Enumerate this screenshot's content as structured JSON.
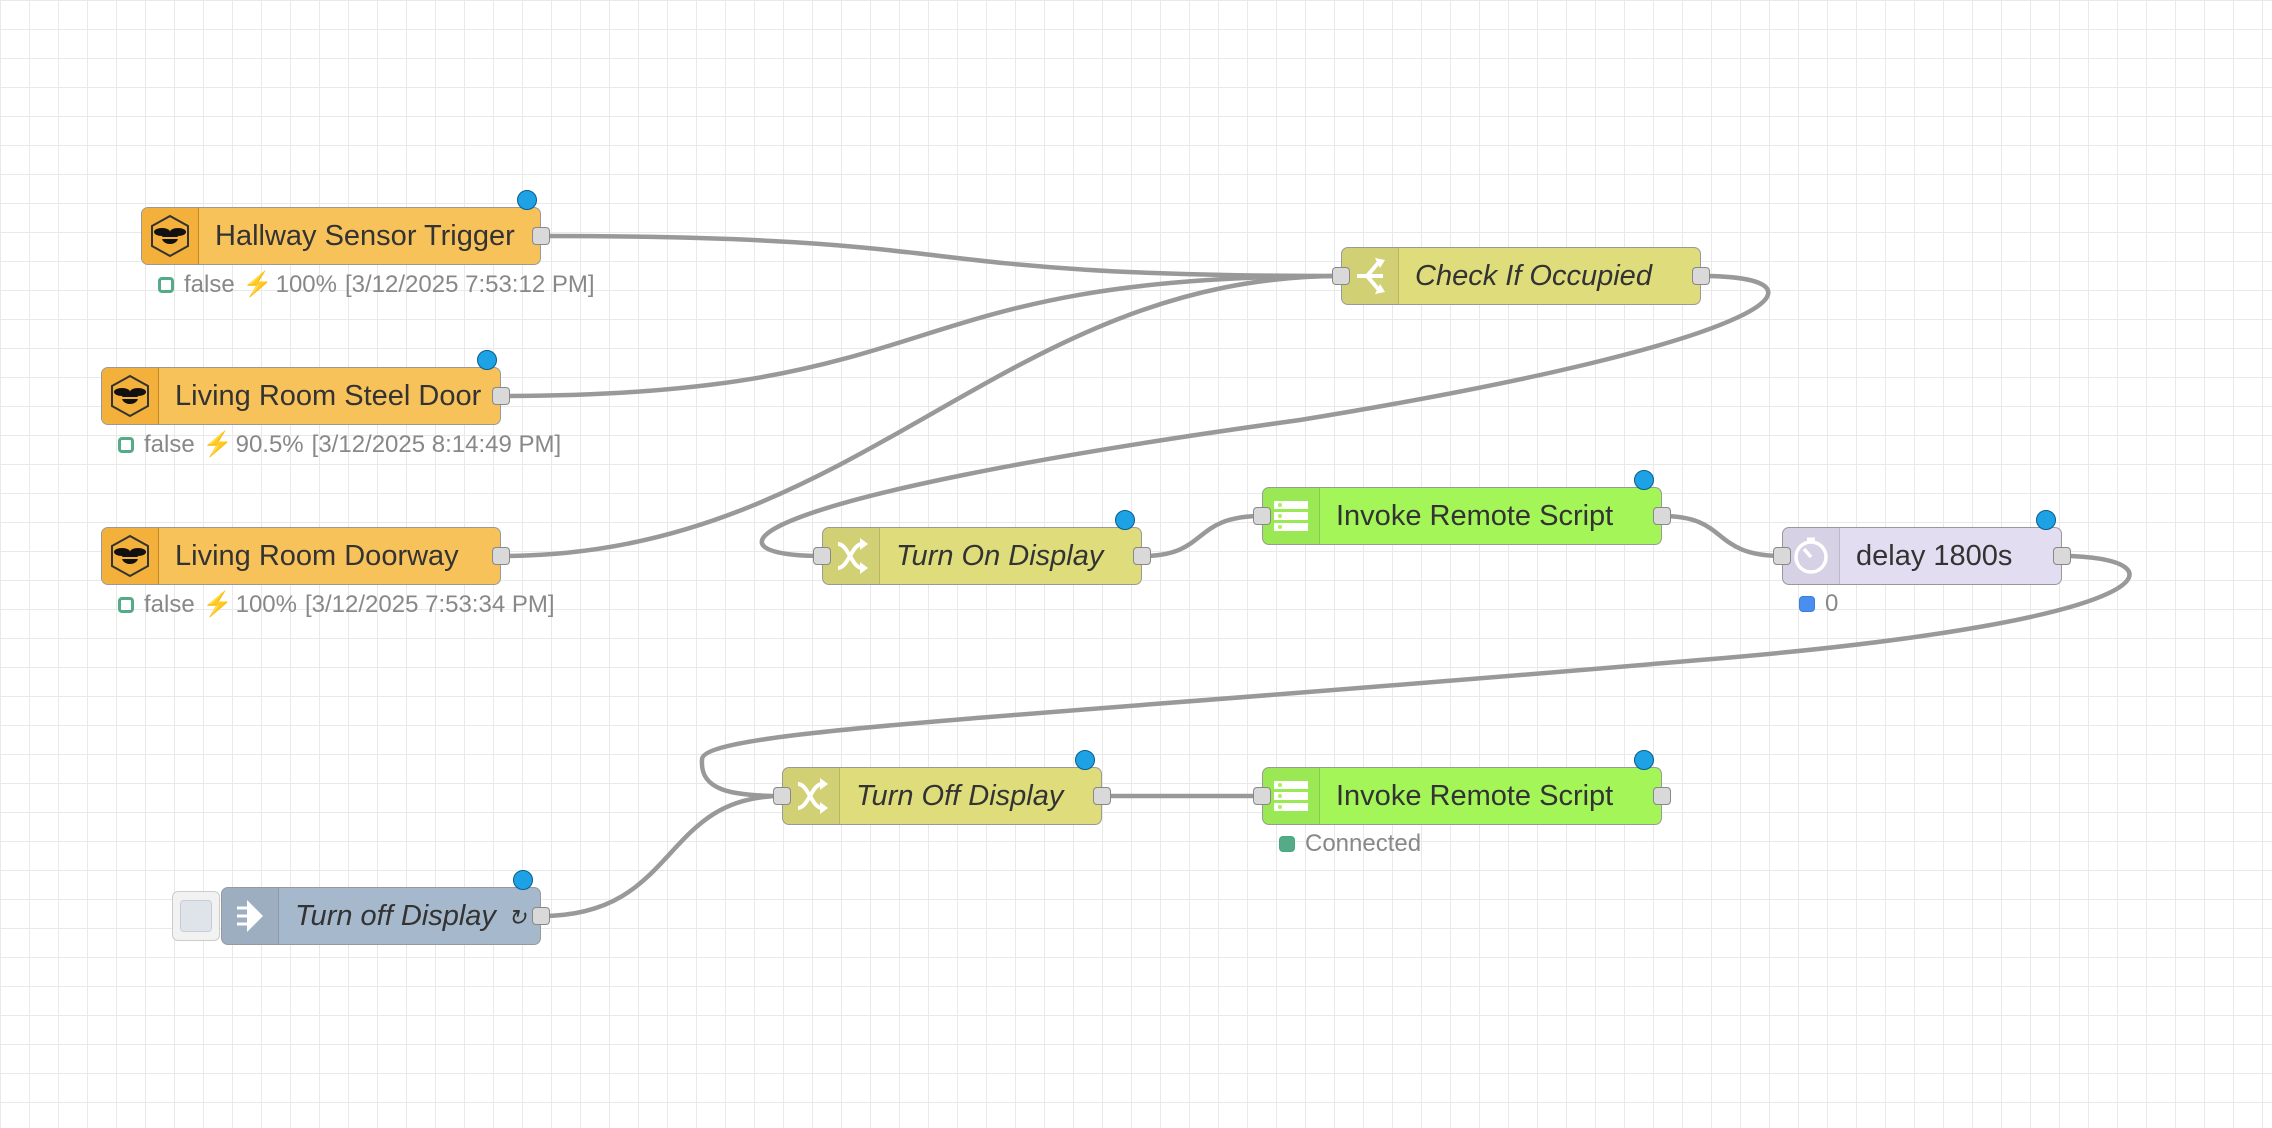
{
  "colors": {
    "bee_node": "#f7c25a",
    "function_node": "#dedc7b",
    "remote_script_node": "#a3f558",
    "delay_node": "#e3ddf2",
    "inject_node": "#a6b8cc",
    "wire": "#999999",
    "changed_dot": "#1ea2e6"
  },
  "nodes": {
    "hallway": {
      "label": "Hallway Sensor Trigger",
      "icon": "bee-icon",
      "status": {
        "state": "false",
        "battery": "100%",
        "time": "[3/12/2025 7:53:12 PM]"
      }
    },
    "steel_door": {
      "label": "Living Room Steel Door",
      "icon": "bee-icon",
      "status": {
        "state": "false",
        "battery": "90.5%",
        "time": "[3/12/2025 8:14:49 PM]"
      }
    },
    "doorway": {
      "label": "Living Room Doorway",
      "icon": "bee-icon",
      "status": {
        "state": "false",
        "battery": "100%",
        "time": "[3/12/2025 7:53:34 PM]"
      }
    },
    "check": {
      "label": "Check If Occupied",
      "icon": "switch-icon"
    },
    "turn_on": {
      "label": "Turn On Display",
      "icon": "shuffle-icon"
    },
    "invoke1": {
      "label": "Invoke Remote Script",
      "icon": "server-icon"
    },
    "delay": {
      "label": "delay 1800s",
      "icon": "timer-icon",
      "status": {
        "text": "0"
      }
    },
    "turn_off": {
      "label": "Turn Off Display",
      "icon": "shuffle-icon"
    },
    "invoke2": {
      "label": "Invoke Remote Script",
      "icon": "server-icon",
      "status": {
        "text": "Connected"
      }
    },
    "inject": {
      "label": "Turn off Display",
      "repeat_symbol": "↻",
      "icon": "arrow-right-icon"
    }
  }
}
